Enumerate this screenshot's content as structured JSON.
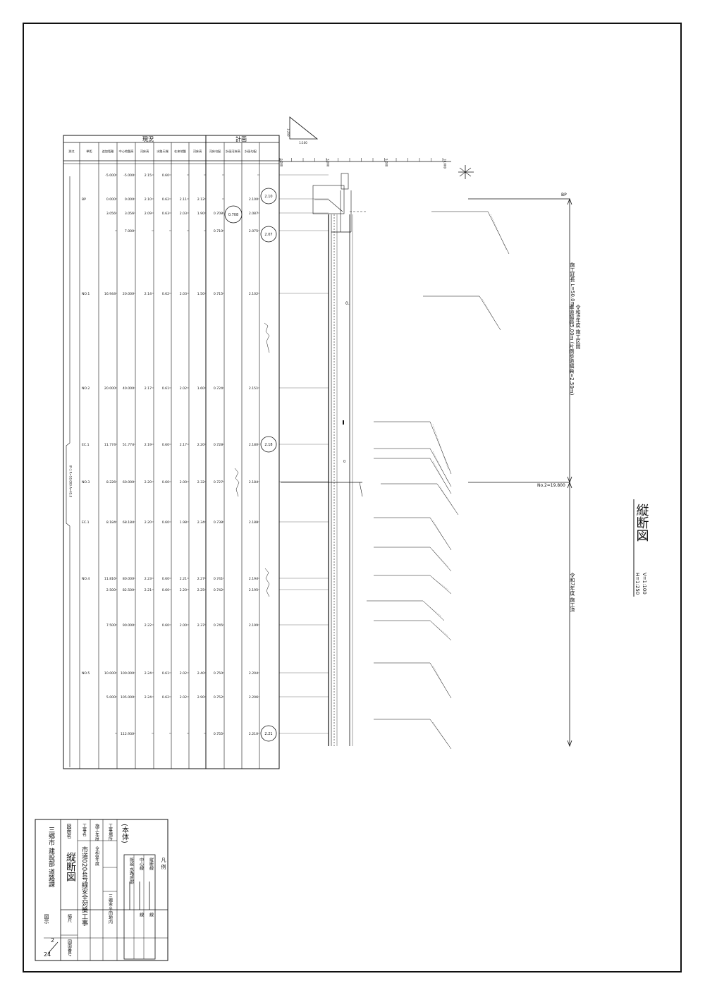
{
  "table": {
    "group_genkyo": "現況",
    "group_keikaku": "計画",
    "headers": [
      "測点",
      "単距",
      "追加距離",
      "中心地盤高",
      "河床高",
      "水路天端",
      "在来地盤",
      "河床高",
      "河床勾配",
      "計画河床高",
      "計画勾配"
    ],
    "rows": [
      {
        "station": "",
        "single": "-5.000",
        "cum": "-5.000",
        "ground": "2.15",
        "bed": "0.60",
        "top": "",
        "native": "",
        "pbed": "",
        "slope": "",
        "plan": ""
      },
      {
        "station": "BP",
        "single": "0.000",
        "cum": "0.000",
        "ground": "2.10",
        "bed": "0.62",
        "top": "2.11",
        "native": "2.12",
        "pbed": "",
        "slope": "",
        "plan": "2.100"
      },
      {
        "station": "",
        "single": "3.056",
        "cum": "3.056",
        "ground": "2.09",
        "bed": "0.63",
        "top": "2.03",
        "native": "1.90",
        "pbed": "0.708",
        "slope": "0.708",
        "plan": "2.087"
      },
      {
        "station": "",
        "single": "",
        "cum": "7.000",
        "ground": "",
        "bed": "",
        "top": "",
        "native": "",
        "pbed": "0.710",
        "slope": "",
        "plan": "2.075"
      },
      {
        "station": "NO.1",
        "single": "16.944",
        "cum": "20.000",
        "ground": "2.14",
        "bed": "0.62",
        "top": "2.03",
        "native": "1.50",
        "pbed": "0.715",
        "slope": "",
        "plan": "2.102"
      },
      {
        "station": "NO.2",
        "single": "20.000",
        "cum": "40.000",
        "ground": "2.17",
        "bed": "0.61",
        "top": "2.02",
        "native": "1.60",
        "pbed": "0.724",
        "slope": "",
        "plan": "2.151"
      },
      {
        "station": "EC.1",
        "single": "11.774",
        "cum": "51.774",
        "ground": "2.19",
        "bed": "0.60",
        "top": "2.17",
        "native": "2.20",
        "pbed": "0.728",
        "slope": "",
        "plan": "2.180"
      },
      {
        "station": "NO.3",
        "single": "8.226",
        "cum": "60.000",
        "ground": "2.20",
        "bed": "0.60",
        "top": "2.00",
        "native": "2.32",
        "pbed": "0.727",
        "slope": "",
        "plan": "2.184"
      },
      {
        "station": "EC.1",
        "single": "8.184",
        "cum": "68.184",
        "ground": "2.20",
        "bed": "0.60",
        "top": "1.98",
        "native": "2.34",
        "pbed": "0.738",
        "slope": "",
        "plan": "2.188"
      },
      {
        "station": "NO.4",
        "single": "11.816",
        "cum": "80.000",
        "ground": "2.23",
        "bed": "0.60",
        "top": "2.21",
        "native": "2.27",
        "pbed": "0.741",
        "slope": "",
        "plan": "2.194"
      },
      {
        "station": "",
        "single": "2.500",
        "cum": "82.500",
        "ground": "2.21",
        "bed": "0.60",
        "top": "2.20",
        "native": "2.25",
        "pbed": "0.742",
        "slope": "",
        "plan": "2.195"
      },
      {
        "station": "",
        "single": "7.500",
        "cum": "90.000",
        "ground": "2.22",
        "bed": "0.60",
        "top": "2.00",
        "native": "2.37",
        "pbed": "0.745",
        "slope": "",
        "plan": "2.199"
      },
      {
        "station": "NO.5",
        "single": "10.000",
        "cum": "100.000",
        "ground": "2.24",
        "bed": "0.61",
        "top": "2.02",
        "native": "2.40",
        "pbed": "0.750",
        "slope": "",
        "plan": "2.204"
      },
      {
        "station": "",
        "single": "5.000",
        "cum": "105.000",
        "ground": "2.24",
        "bed": "0.62",
        "top": "2.02",
        "native": "2.90",
        "pbed": "0.752",
        "slope": "",
        "plan": "2.206"
      },
      {
        "station": "",
        "single": "",
        "cum": "112.930",
        "ground": "",
        "bed": "",
        "top": "",
        "native": "",
        "pbed": "0.755",
        "slope": "",
        "plan": "2.210"
      }
    ],
    "circles": [
      "2.10",
      "2.07",
      "2.18",
      "2.21"
    ]
  },
  "scale_box": {
    "v": "1:250",
    "h": "1:100"
  },
  "ruler": {
    "labels": [
      "0.000",
      "3.000",
      "5.000",
      "10.000"
    ]
  },
  "annotations": {
    "bp_label": "BP",
    "no2_label": "No.2=19.800",
    "section_r6_a": "施工延長 L=50.0m",
    "section_r6_b": "令和6年度 施工区間",
    "section_r6_c": "車道幅員5.00m (片側歩道幅員=2.50m)",
    "section_r7": "令和7年度 施工済"
  },
  "drawing_title": {
    "text": "縦断図",
    "scale_v": "V=1:100",
    "scale_h": "H=1:250"
  },
  "title_block": {
    "honbu": "(本体)",
    "kouji_nendo_label": "施工年度",
    "kouji_nendo_value": "令和8年度",
    "kouji_basho_label": "工事場所",
    "kouji_basho_value": "三郷市半田地内",
    "kouji_mei_label": "工事名",
    "kouji_mei_value": "市道0204号線安全対策工事",
    "zumen_mei_label": "図面名",
    "zumen_mei_value": "縦断図",
    "shukushaku_label": "縮尺",
    "shukushaku_value": "図示",
    "zumen_bango_label": "図面番号",
    "page": "2",
    "total": "24",
    "org": "三郷市 建設部 道路課",
    "hanrei_title": "凡 例",
    "hanrei_items": [
      "縦断線",
      "中心線",
      "既設 水路底部"
    ],
    "hanrei_lines": [
      "線",
      "線",
      ""
    ]
  }
}
